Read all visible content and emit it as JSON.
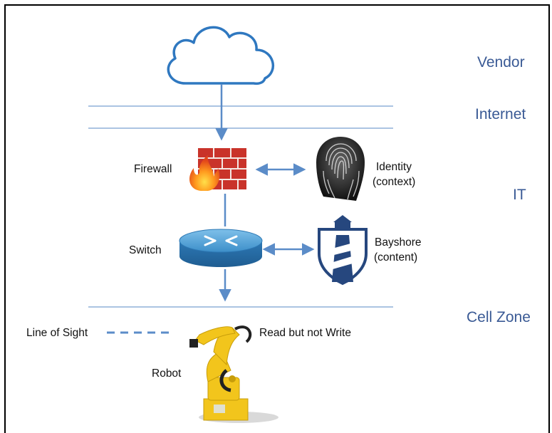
{
  "zones": {
    "vendor": "Vendor",
    "internet": "Internet",
    "it": "IT",
    "cell_zone": "Cell Zone"
  },
  "nodes": {
    "firewall": "Firewall",
    "identity_line1": "Identity",
    "identity_line2": "(context)",
    "switch": "Switch",
    "bayshore_line1": "Bayshore",
    "bayshore_line2": "(content)",
    "line_of_sight": "Line of Sight",
    "read_not_write": "Read but not Write",
    "robot": "Robot"
  },
  "colors": {
    "zone_text": "#3a5a95",
    "divider": "#8fb0d8",
    "connector": "#5b8cc8",
    "cloud": "#2f78c0",
    "firewall_brick": "#c9332a",
    "switch": "#3d8fc9",
    "bayshore": "#26477e",
    "robot": "#f2c51c"
  },
  "icons": [
    "cloud-icon",
    "firewall-icon",
    "fingerprint-icon",
    "switch-icon",
    "lighthouse-shield-icon",
    "robot-arm-icon"
  ]
}
